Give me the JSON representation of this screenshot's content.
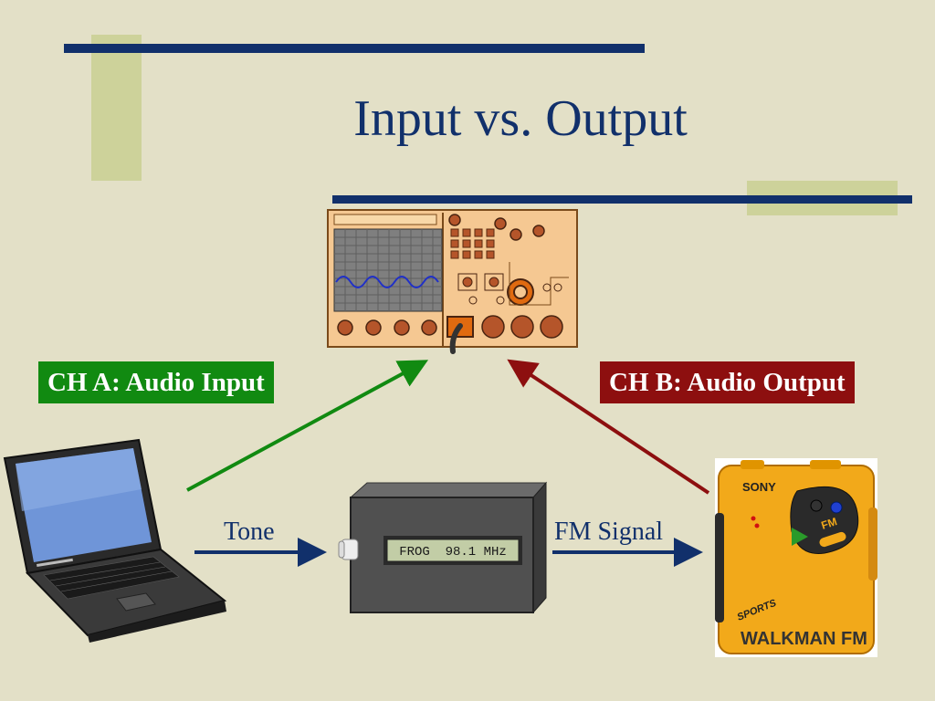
{
  "slide": {
    "title": "Input vs. Output",
    "colors": {
      "background": "#e3e0c7",
      "title": "#11306b",
      "rule": "#11306b",
      "accent_block": "#cdd29a"
    }
  },
  "badges": {
    "channel_a": {
      "label": "CH A: Audio Input",
      "color": "#118a11"
    },
    "channel_b": {
      "label": "CH B: Audio Output",
      "color": "#8d0f0f"
    }
  },
  "signals": {
    "tone": {
      "label": "Tone"
    },
    "fm": {
      "label": "FM Signal"
    }
  },
  "devices": {
    "transmitter_display": "FROG  98.1 MHz",
    "walkman_brand": "SONY",
    "walkman_model": "WALKMAN FM",
    "walkman_sports": "SPORTS",
    "walkman_fm_button": "FM",
    "laptop_icon": "laptop-icon",
    "oscilloscope_icon": "oscilloscope-icon",
    "transmitter_icon": "fm-transmitter-icon",
    "walkman_icon": "walkman-radio-icon"
  }
}
